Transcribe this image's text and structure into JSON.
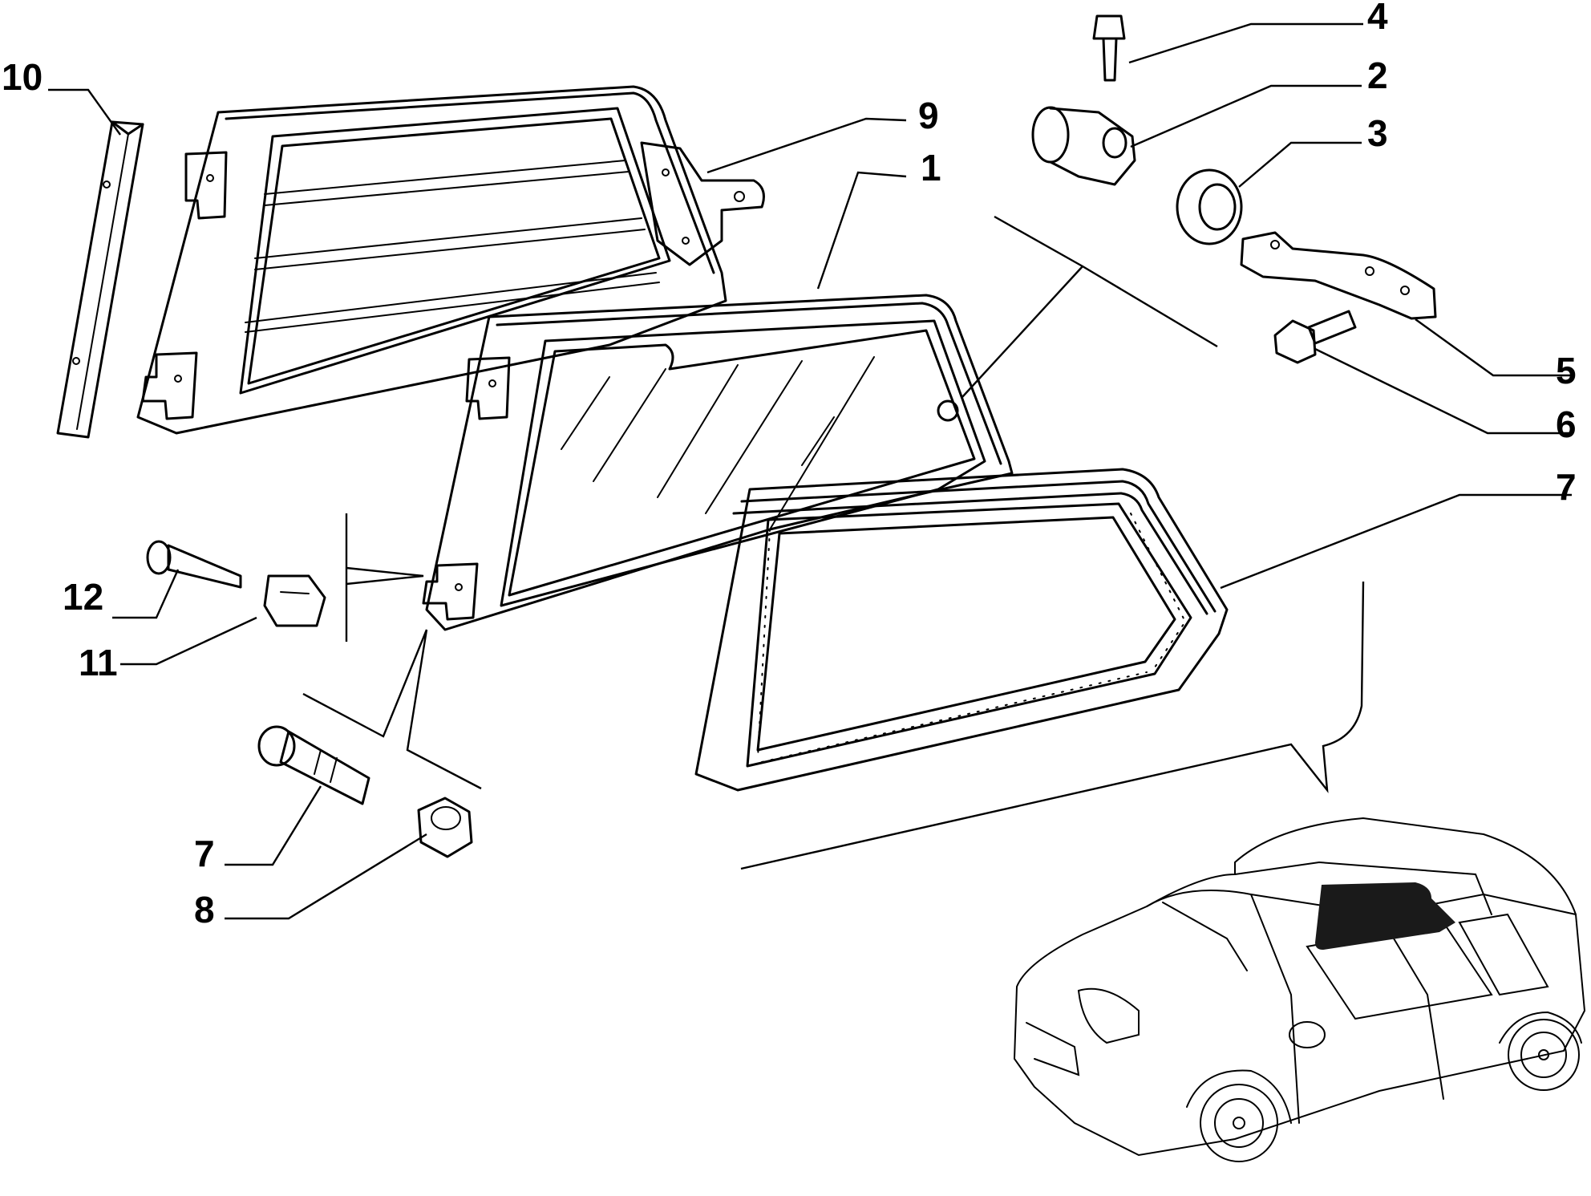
{
  "callouts": [
    {
      "id": "c1",
      "label": "1"
    },
    {
      "id": "c2",
      "label": "2"
    },
    {
      "id": "c3",
      "label": "3"
    },
    {
      "id": "c4",
      "label": "4"
    },
    {
      "id": "c5",
      "label": "5"
    },
    {
      "id": "c6",
      "label": "6"
    },
    {
      "id": "c7a",
      "label": "7"
    },
    {
      "id": "c7b",
      "label": "7"
    },
    {
      "id": "c8",
      "label": "8"
    },
    {
      "id": "c9",
      "label": "9"
    },
    {
      "id": "c10",
      "label": "10"
    },
    {
      "id": "c11",
      "label": "11"
    },
    {
      "id": "c12",
      "label": "12"
    }
  ]
}
